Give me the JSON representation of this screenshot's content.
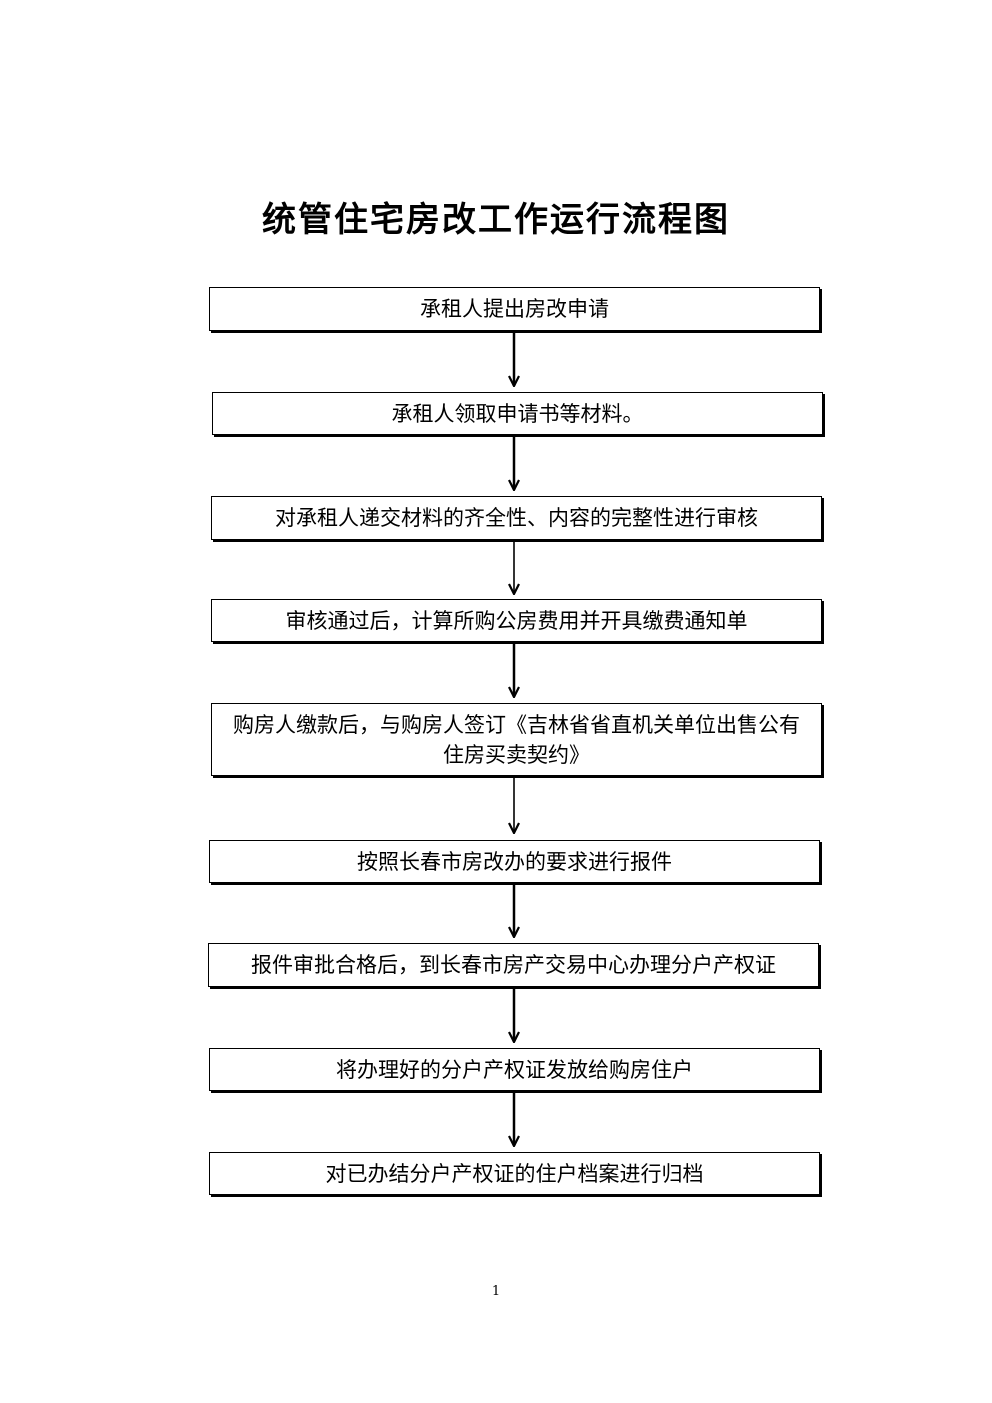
{
  "title": "统管住宅房改工作运行流程图",
  "steps": [
    {
      "text": "承租人提出房改申请"
    },
    {
      "text": "承租人领取申请书等材料。"
    },
    {
      "text": "对承租人递交材料的齐全性、内容的完整性进行审核"
    },
    {
      "text": "审核通过后，计算所购公房费用并开具缴费通知单"
    },
    {
      "text": "购房人缴款后，与购房人签订《吉林省省直机关单位出售公有住房买卖契约》"
    },
    {
      "text": "按照长春市房改办的要求进行报件"
    },
    {
      "text": "报件审批合格后，到长春市房产交易中心办理分户产权证"
    },
    {
      "text": "将办理好的分户产权证发放给购房住户"
    },
    {
      "text": "对已办结分户产权证的住户档案进行归档"
    }
  ],
  "page_number": "1",
  "colors": {
    "line": "#000000",
    "background": "#ffffff"
  }
}
